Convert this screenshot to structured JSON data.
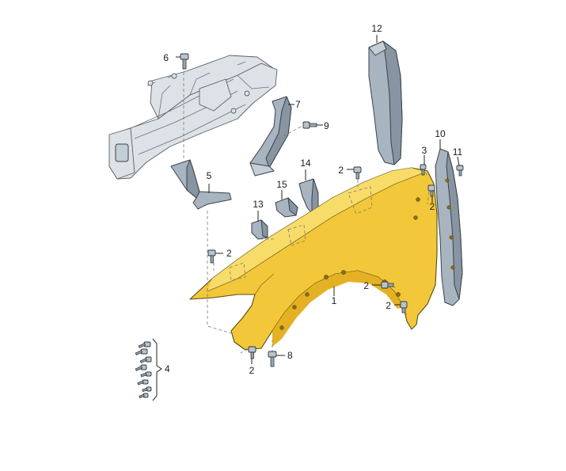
{
  "callouts": {
    "c1": "1",
    "c2a": "2",
    "c2b": "2",
    "c2c": "2",
    "c2d": "2",
    "c2e": "2",
    "c2f": "2",
    "c3": "3",
    "c4": "4",
    "c5": "5",
    "c6": "6",
    "c7": "7",
    "c8": "8",
    "c9": "9",
    "c10": "10",
    "c11": "11",
    "c12": "12",
    "c13": "13",
    "c14": "14",
    "c15": "15"
  },
  "colors": {
    "fender": "#f2c83a",
    "parts": "#a8b5c0",
    "frame": "#dde2e6",
    "background": "#ffffff"
  }
}
